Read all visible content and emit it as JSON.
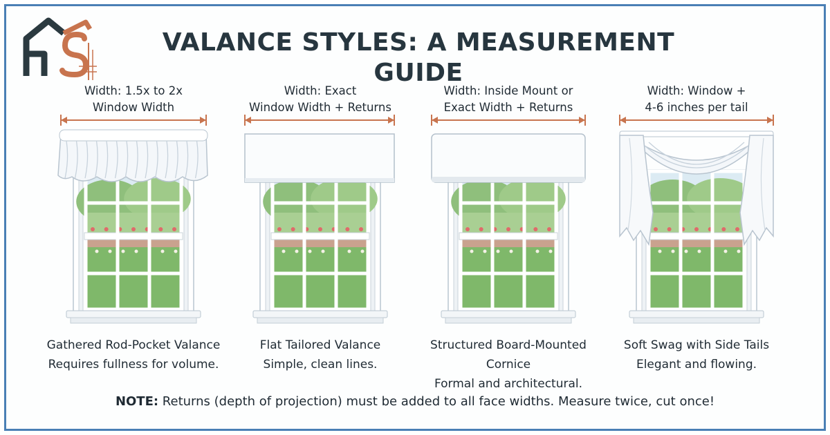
{
  "title": "VALANCE STYLES: A MEASUREMENT GUIDE",
  "colors": {
    "border": "#4a7fb5",
    "arrow": "#c8744e",
    "logo_dark": "#2b3a40",
    "logo_accent": "#c8744e",
    "grass": "#7fb86a",
    "sky": "#dcebf3",
    "fabric": "#f4f7fa"
  },
  "panels": [
    {
      "style": "gathered",
      "width_line1": "Width: 1.5x to 2x",
      "width_line2": "Window Width",
      "caption_line1": "Gathered Rod-Pocket Valance",
      "caption_line2": "Requires fullness for volume."
    },
    {
      "style": "flat",
      "width_line1": "Width: Exact",
      "width_line2": "Window Width + Returns",
      "caption_line1": "Flat Tailored Valance",
      "caption_line2": "Simple, clean lines."
    },
    {
      "style": "cornice",
      "width_line1": "Width: Inside Mount or",
      "width_line2": "Exact Width + Returns",
      "caption_line1": "Structured Board-Mounted Cornice",
      "caption_line2": "Formal and architectural."
    },
    {
      "style": "swag",
      "width_line1": "Width: Window +",
      "width_line2": "4-6 inches per tail",
      "caption_line1": "Soft Swag with Side Tails",
      "caption_line2": "Elegant and flowing."
    }
  ],
  "note": {
    "label": "NOTE:",
    "text": " Returns (depth of projection) must be added to all face widths. Measure twice, cut once!"
  }
}
